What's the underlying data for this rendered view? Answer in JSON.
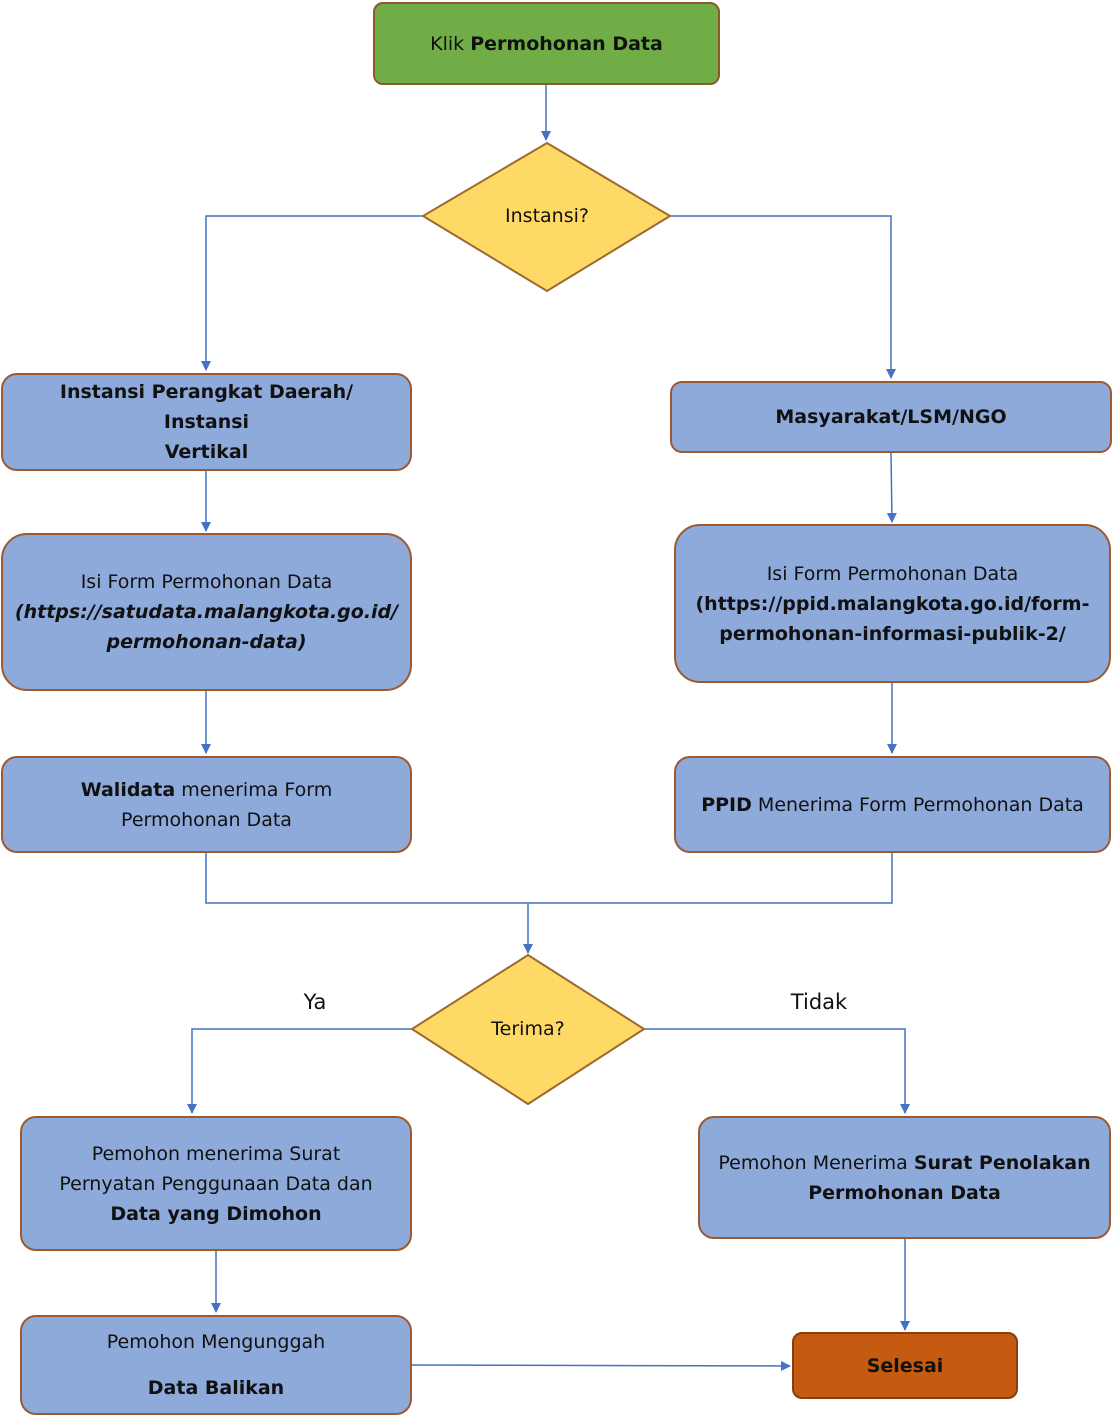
{
  "start": {
    "prefix": "Klik ",
    "bold": "Permohonan Data"
  },
  "decision_instansi": {
    "label": "Instansi?"
  },
  "left_branch": {
    "title_line1": "Instansi Perangkat Daerah/ Instansi",
    "title_line2": "Vertikal",
    "form_line1": "Isi Form Permohonan Data",
    "form_line2": "(https://satudata.malangkota.go.id/",
    "form_line3": "permohonan-data)",
    "receive_bold": "Walidata",
    "receive_rest": " menerima Form",
    "receive_line2": "Permohonan Data"
  },
  "right_branch": {
    "title": "Masyarakat/LSM/NGO",
    "form_line1": "Isi Form Permohonan Data",
    "form_line2": "(https://ppid.malangkota.go.id/form-",
    "form_line3": "permohonan-informasi-publik-2/",
    "receive_bold": "PPID",
    "receive_rest": " Menerima Form Permohonan Data"
  },
  "decision_terima": {
    "label": "Terima?",
    "yes_label": "Ya",
    "no_label": "Tidak"
  },
  "accepted": {
    "line1": "Pemohon menerima Surat",
    "line2": "Pernyatan Penggunaan Data dan",
    "line3_bold": "Data yang Dimohon"
  },
  "upload": {
    "line1": "Pemohon Mengunggah",
    "line2_bold": "Data Balikan"
  },
  "rejected": {
    "prefix": "Pemohon Menerima ",
    "bold1": "Surat Penolakan",
    "bold2": "Permohonan Data"
  },
  "end": {
    "label": "Selesai"
  },
  "colors": {
    "start_fill": "#70ad47",
    "process_fill": "#8eaadb",
    "decision_fill": "#ffd966",
    "end_fill": "#c55a11",
    "connector": "#4472c4",
    "border": "#9c5a2e"
  }
}
